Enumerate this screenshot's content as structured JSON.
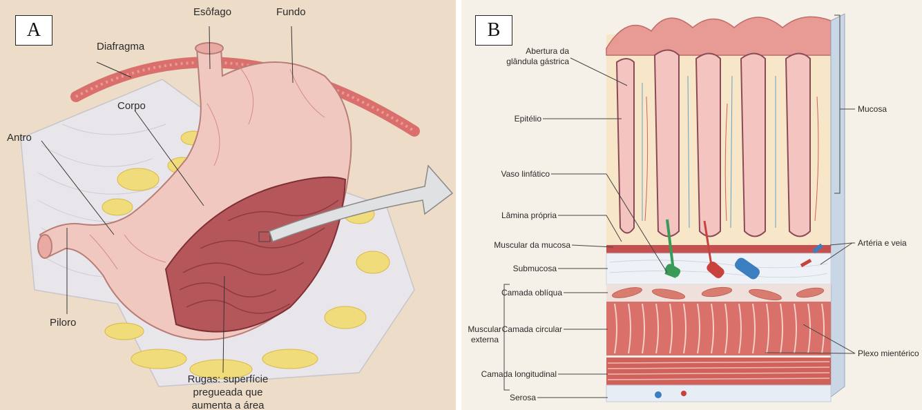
{
  "panel_a": {
    "tag": "A",
    "labels": {
      "esofago": "Esôfago",
      "fundo": "Fundo",
      "diafragma": "Diafragma",
      "corpo": "Corpo",
      "antro": "Antro",
      "piloro": "Piloro",
      "rugas_line1": "Rugas: superfície",
      "rugas_line2": "pregueada que",
      "rugas_line3": "aumenta a área"
    }
  },
  "panel_b": {
    "tag": "B",
    "labels": {
      "abertura_line1": "Abertura da",
      "abertura_line2": "glândula gástrica",
      "epitelio": "Epitélio",
      "vaso_linfatico": "Vaso linfático",
      "lamina_propria": "Lâmina própria",
      "muscular_mucosa": "Muscular da mucosa",
      "submucosa": "Submucosa",
      "camada_obliqua": "Camada oblíqua",
      "muscular_externa_line1": "Muscular",
      "muscular_externa_line2": "externa",
      "camada_circular": "Camada circular",
      "camada_longitudinal": "Camada longitudinal",
      "serosa": "Serosa",
      "mucosa": "Mucosa",
      "arteria_veia": "Artéria e veia",
      "plexo": "Plexo mientérico"
    }
  }
}
